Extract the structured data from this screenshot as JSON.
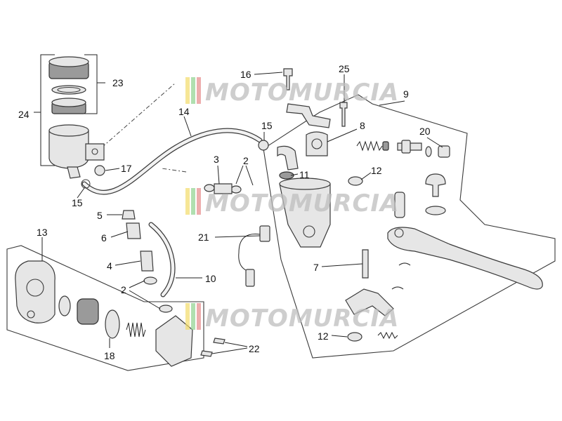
{
  "watermark": "MOTOMURCIA",
  "callouts": {
    "c2a": "2",
    "c2b": "2",
    "c3": "3",
    "c4": "4",
    "c5": "5",
    "c6": "6",
    "c7": "7",
    "c8": "8",
    "c9": "9",
    "c10": "10",
    "c11": "11",
    "c12a": "12",
    "c12b": "12",
    "c13": "13",
    "c14": "14",
    "c15a": "15",
    "c15b": "15",
    "c16": "16",
    "c17": "17",
    "c18": "18",
    "c20": "20",
    "c21": "21",
    "c22": "22",
    "c23": "23",
    "c24": "24",
    "c25": "25"
  }
}
